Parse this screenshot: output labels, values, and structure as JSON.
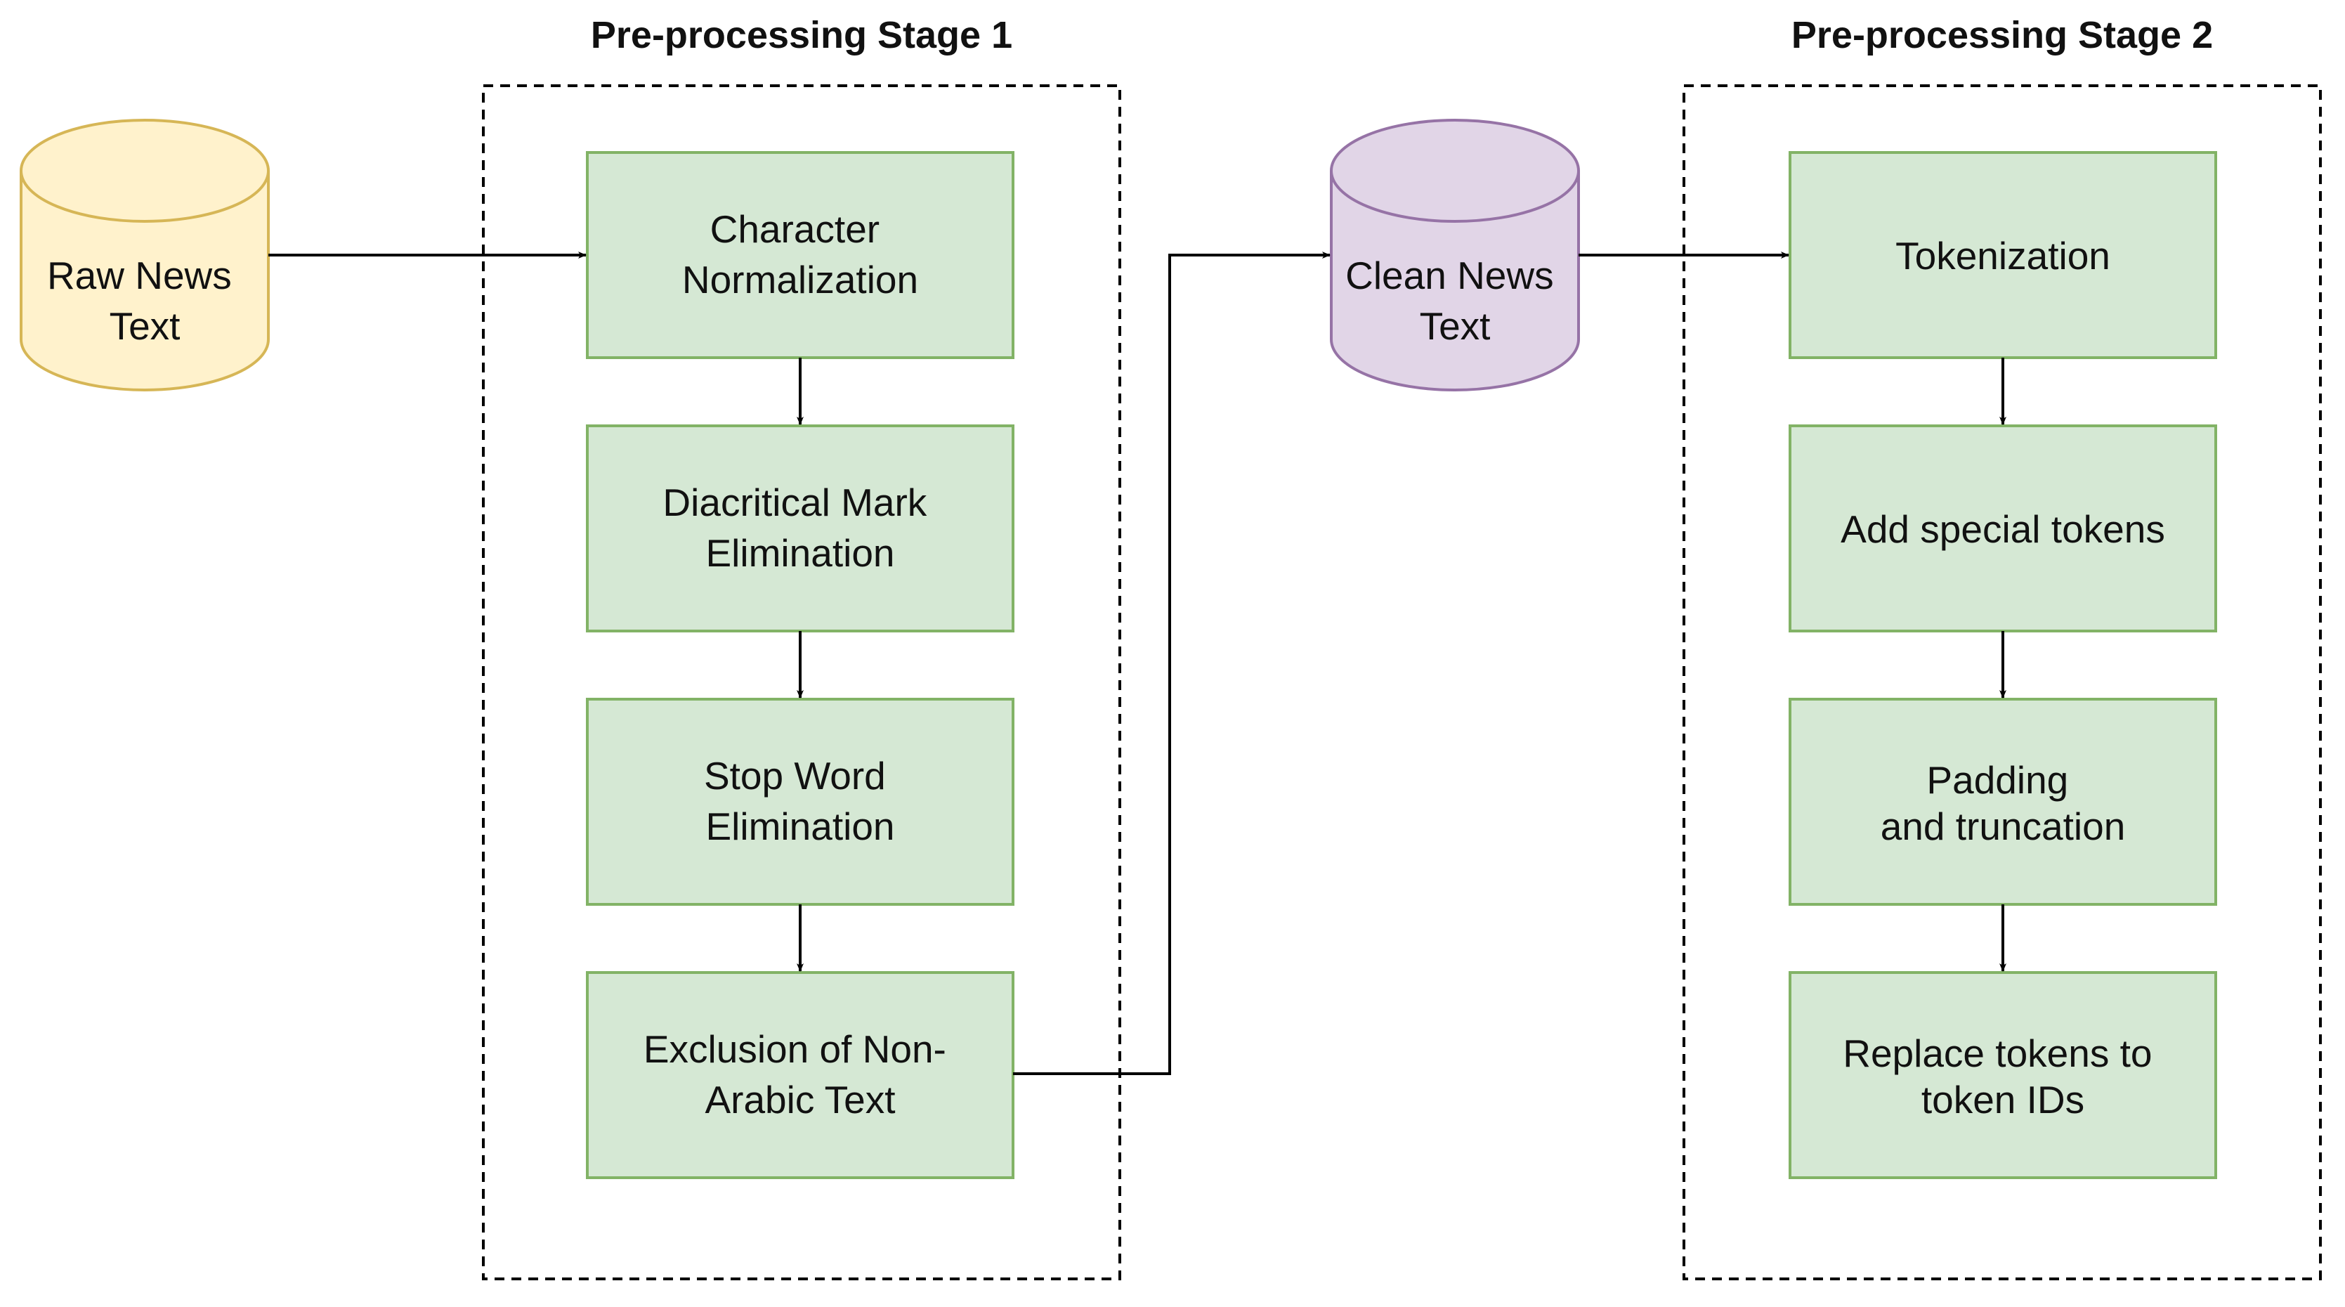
{
  "stages": [
    {
      "title": "Pre-processing Stage 1"
    },
    {
      "title": "Pre-processing Stage 2"
    }
  ],
  "databases": [
    {
      "id": "raw",
      "lines": [
        "Raw News",
        "Text"
      ],
      "fill": "#fff2cc",
      "stroke": "#d6b656"
    },
    {
      "id": "clean",
      "lines": [
        "Clean News",
        "Text"
      ],
      "fill": "#e1d5e7",
      "stroke": "#9673a6"
    }
  ],
  "stage1_steps": [
    {
      "lines": [
        "Character",
        "Normalization"
      ]
    },
    {
      "lines": [
        "Diacritical Mark",
        "Elimination"
      ]
    },
    {
      "lines": [
        "Stop Word",
        "Elimination"
      ]
    },
    {
      "lines": [
        "Exclusion of Non-",
        "Arabic Text"
      ]
    }
  ],
  "stage2_steps": [
    {
      "lines": [
        "Tokenization"
      ]
    },
    {
      "lines": [
        "Add special tokens"
      ]
    },
    {
      "lines": [
        "Padding",
        "and truncation"
      ]
    },
    {
      "lines": [
        "Replace tokens to",
        "token IDs"
      ]
    }
  ],
  "colors": {
    "step_fill": "#d5e8d4",
    "step_stroke": "#82b366",
    "edge": "#000000",
    "frame": "#000000"
  }
}
